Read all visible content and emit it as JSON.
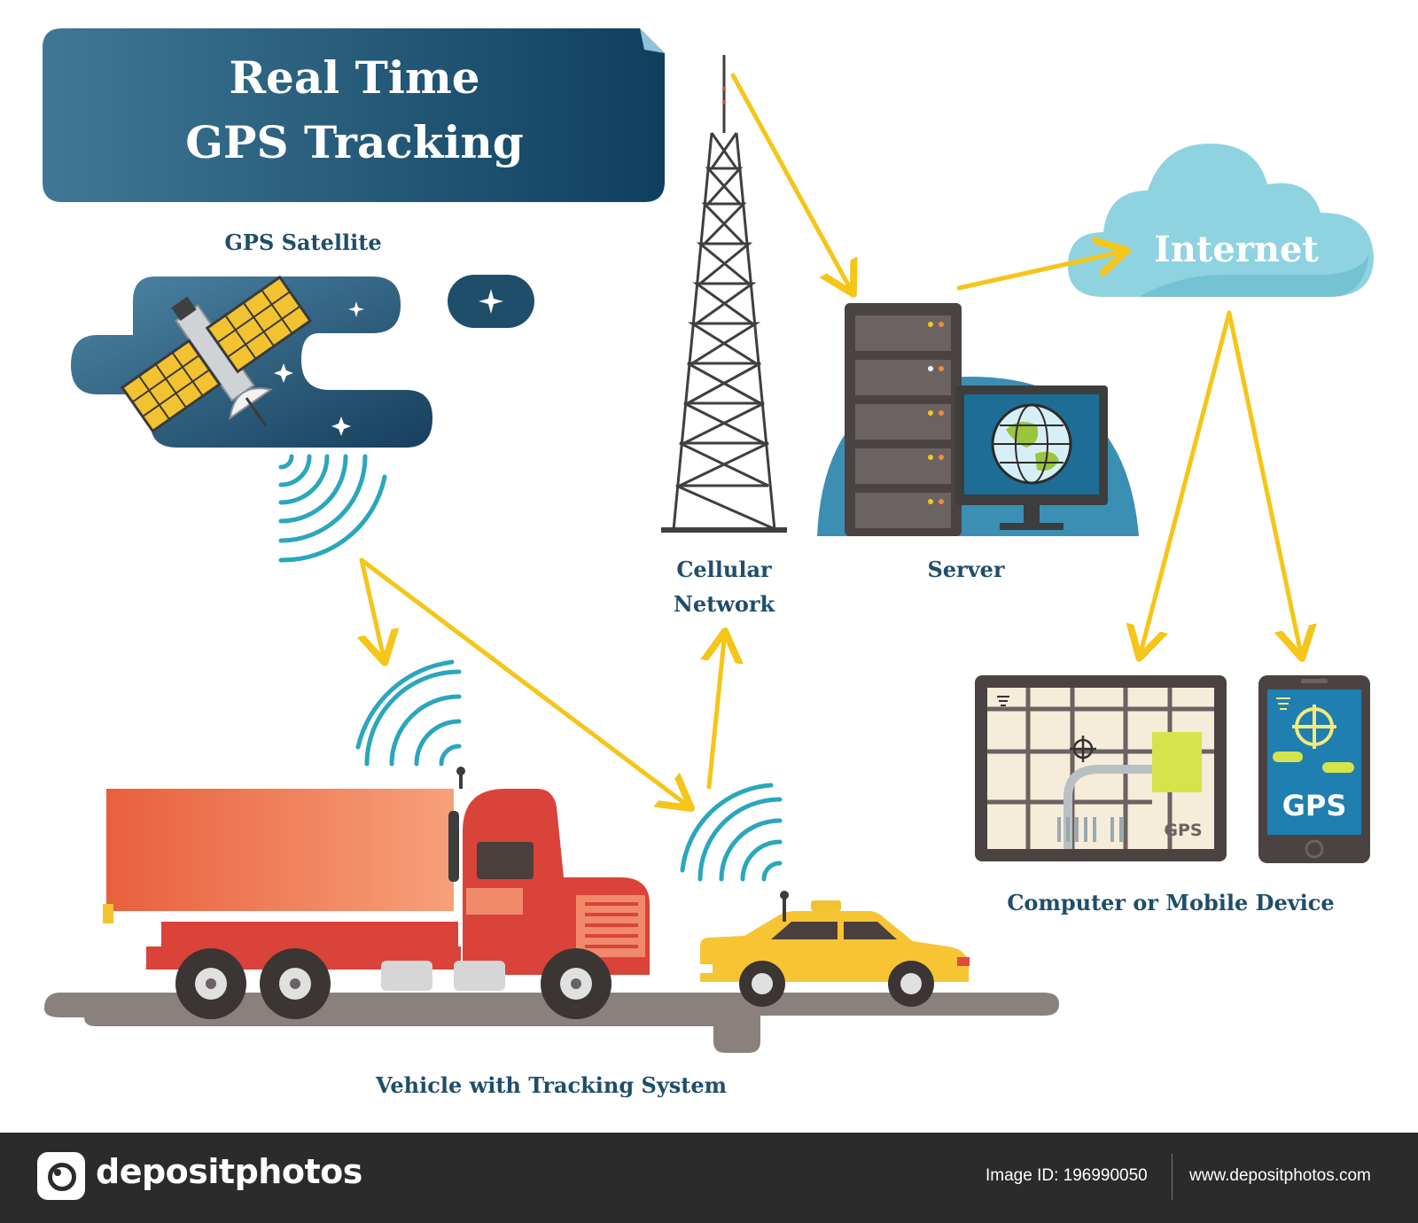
{
  "title": {
    "line1": "Real Time",
    "line2": "GPS Tracking"
  },
  "labels": {
    "satellite": "GPS Satellite",
    "cellular_line1": "Cellular",
    "cellular_line2": "Network",
    "server": "Server",
    "internet": "Internet",
    "devices": "Computer or Mobile Device",
    "vehicle": "Vehicle with Tracking System",
    "tablet_gps": "GPS",
    "phone_gps": "GPS"
  },
  "footer": {
    "brand": "depositphotos",
    "image_id": "Image ID: 196990050",
    "site": "www.depositphotos.com"
  },
  "colors": {
    "navy": "#1f4e6b",
    "arrow": "#f5c518",
    "teal": "#2aa6bd",
    "cloud": "#8fd3e0",
    "truck": "#e8653f",
    "taxi": "#f7c433"
  }
}
